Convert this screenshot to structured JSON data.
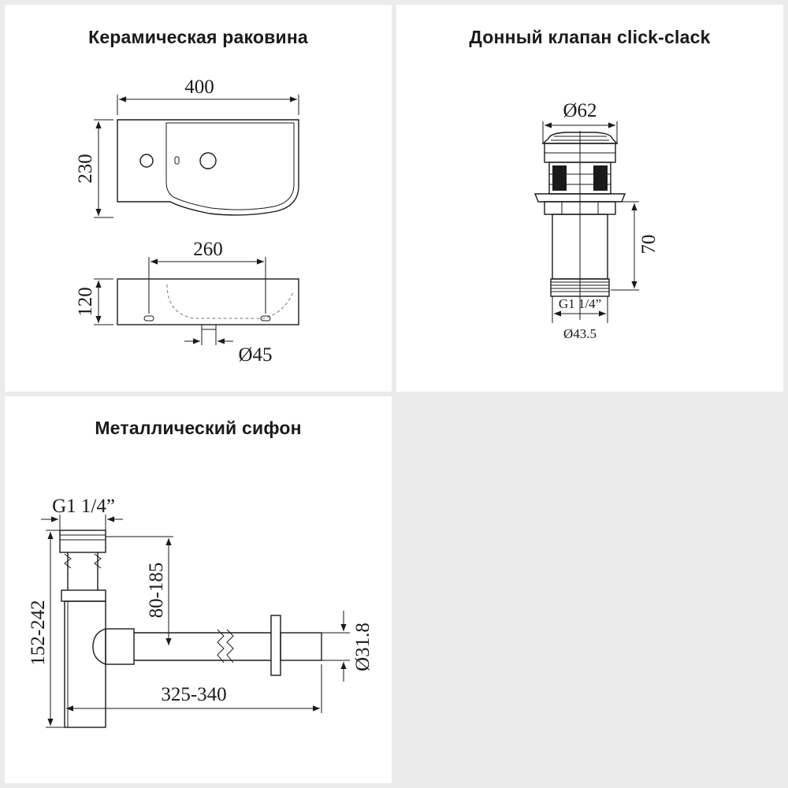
{
  "panels": {
    "sink": {
      "title": "Керамическая раковина",
      "dims": {
        "width": "400",
        "depth": "230",
        "inner": "260",
        "height": "120",
        "drain": "Ø45"
      }
    },
    "valve": {
      "title": "Донный клапан click-clack",
      "dims": {
        "top_diameter": "Ø62",
        "height": "70",
        "thread": "G1 1/4”",
        "bottom_diameter": "Ø43.5"
      }
    },
    "siphon": {
      "title": "Металлический сифон",
      "dims": {
        "thread": "G1 1/4”",
        "height_range": "152-242",
        "drop_range": "80-185",
        "length_range": "325-340",
        "outlet_diameter": "Ø31.8"
      }
    }
  }
}
